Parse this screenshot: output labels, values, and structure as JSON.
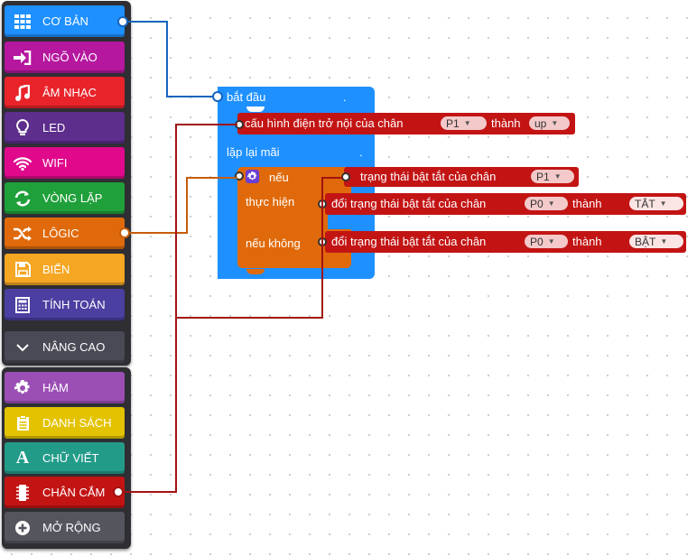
{
  "toolbox": {
    "categories": [
      {
        "label": "CƠ BẢN",
        "color": "#1e90ff",
        "icon": "grid-icon"
      },
      {
        "label": "NGÕ VÀO",
        "color": "#b5179e",
        "icon": "input-arrow-icon"
      },
      {
        "label": "ÂM NHẠC",
        "color": "#e8232a",
        "icon": "music-note-icon"
      },
      {
        "label": "LED",
        "color": "#5d2e8c",
        "icon": "lightbulb-icon"
      },
      {
        "label": "WIFI",
        "color": "#e0098c",
        "icon": "wifi-icon"
      },
      {
        "label": "VÒNG LẶP",
        "color": "#20a03b",
        "icon": "loop-icon"
      },
      {
        "label": "LÔGIC",
        "color": "#e06a0b",
        "icon": "shuffle-icon"
      },
      {
        "label": "BIẾN",
        "color": "#f5a623",
        "icon": "save-icon"
      },
      {
        "label": "TÍNH TOÁN",
        "color": "#4b3fa1",
        "icon": "calculator-icon"
      },
      {
        "label": "NÂNG CAO",
        "color": "#4a4a56",
        "icon": "chevron-down-icon"
      }
    ],
    "advanced": [
      {
        "label": "HÀM",
        "color": "#9b4fb5",
        "icon": "gear-icon"
      },
      {
        "label": "DANH SÁCH",
        "color": "#e3c200",
        "icon": "clipboard-icon"
      },
      {
        "label": "CHỮ VIẾT",
        "color": "#239b89",
        "icon": "text-a-icon"
      },
      {
        "label": "CHÂN CẮM",
        "color": "#c31414",
        "icon": "chip-icon"
      },
      {
        "label": "MỞ RỘNG",
        "color": "#55555e",
        "icon": "plus-circle-icon"
      }
    ]
  },
  "blocks": {
    "start": {
      "label": "bắt đầu",
      "dot": ".",
      "color": "#1e90ff"
    },
    "pull": {
      "text": "cấu hình điện trở nội của chân",
      "pin": "P1",
      "then": "thành",
      "mode": "up",
      "color": "#c31414"
    },
    "forever": {
      "label": "lặp lại mãi",
      "dot": ".",
      "color": "#1e90ff"
    },
    "if": {
      "if_label": "nếu",
      "do_label": "thực hiện",
      "else_label": "nếu không",
      "color": "#e06a0b"
    },
    "condition": {
      "text": "trạng thái bật tắt của chân",
      "pin": "P1",
      "color": "#c31414"
    },
    "then_action": {
      "text": "đổi trạng thái bật tắt của chân",
      "pin": "P0",
      "then": "thành",
      "state": "TẮT",
      "color": "#c31414"
    },
    "else_action": {
      "text": "đổi trạng thái bật tắt của chân",
      "pin": "P0",
      "then": "thành",
      "state": "BẬT",
      "color": "#c31414"
    }
  },
  "ui": {
    "dropdown_arrow": "▼"
  }
}
